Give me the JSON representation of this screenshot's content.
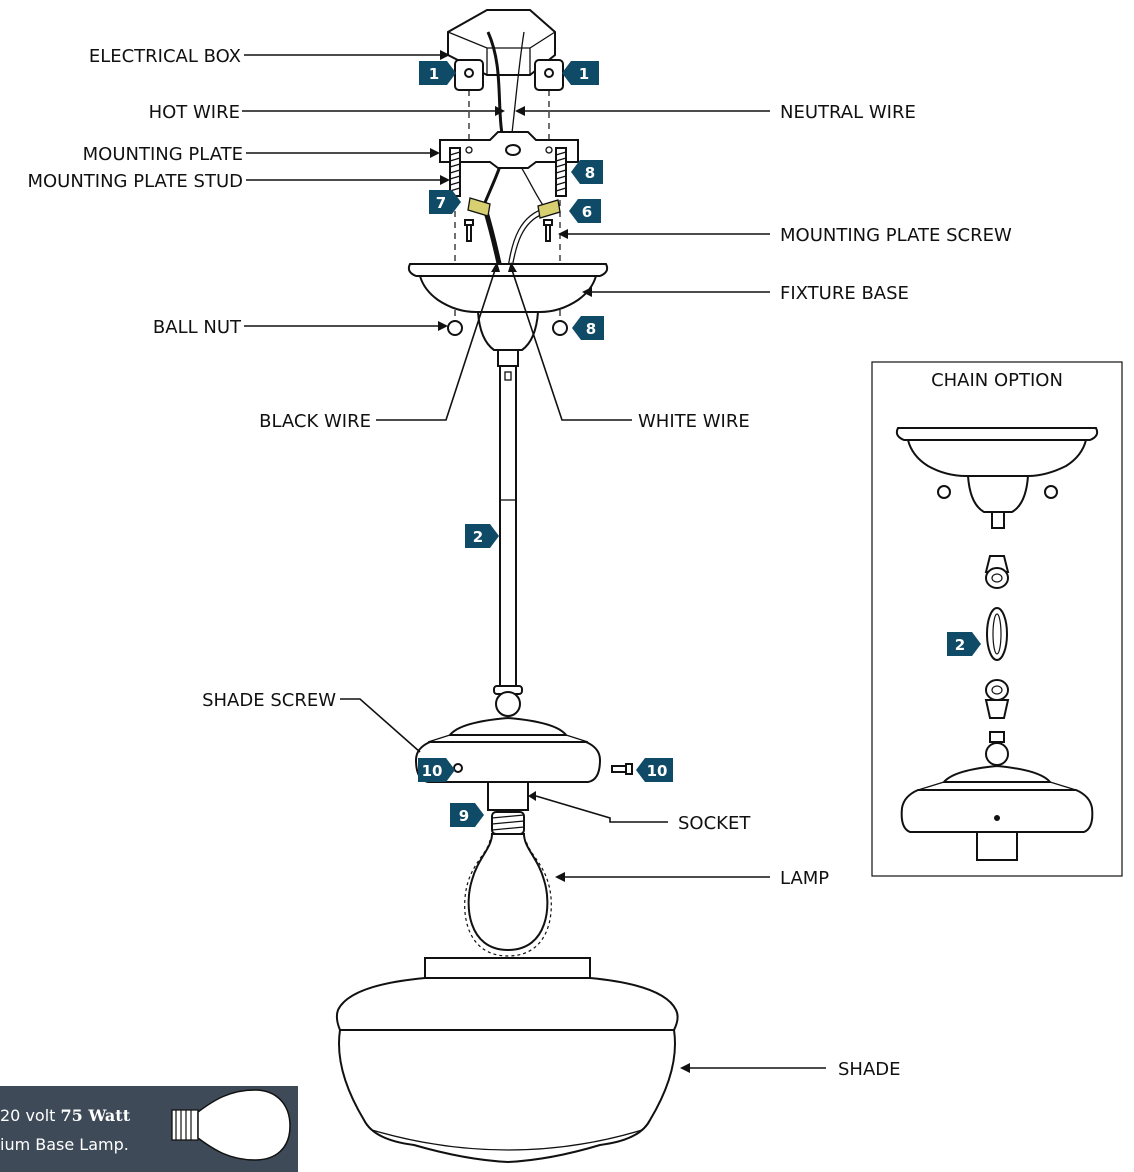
{
  "labels": {
    "electrical_box": "ELECTRICAL BOX",
    "hot_wire": "HOT WIRE",
    "neutral_wire": "NEUTRAL WIRE",
    "mounting_plate": "MOUNTING PLATE",
    "mounting_plate_stud": "MOUNTING PLATE STUD",
    "mounting_plate_screw": "MOUNTING PLATE SCREW",
    "fixture_base": "FIXTURE BASE",
    "ball_nut": "BALL NUT",
    "black_wire": "BLACK WIRE",
    "white_wire": "WHITE WIRE",
    "shade_screw": "SHADE SCREW",
    "socket": "SOCKET",
    "lamp": "LAMP",
    "shade": "SHADE"
  },
  "inset": {
    "title": "CHAIN OPTION",
    "step": "2"
  },
  "steps": {
    "box_left": "1",
    "box_right": "1",
    "stud_right": "8",
    "connector_left": "7",
    "connector_right": "6",
    "ball_nut_right": "8",
    "stem": "2",
    "shade_left": "10",
    "shade_right": "10",
    "socket": "9"
  },
  "lamp_note": {
    "line1_prefix": "20 volt",
    "line1_bold": "75 Watt",
    "line2": "ium Base Lamp."
  },
  "colors": {
    "step_badge": "#0f4a66",
    "note_bg": "#3e4a57",
    "wire_nut": "#d8d070"
  }
}
